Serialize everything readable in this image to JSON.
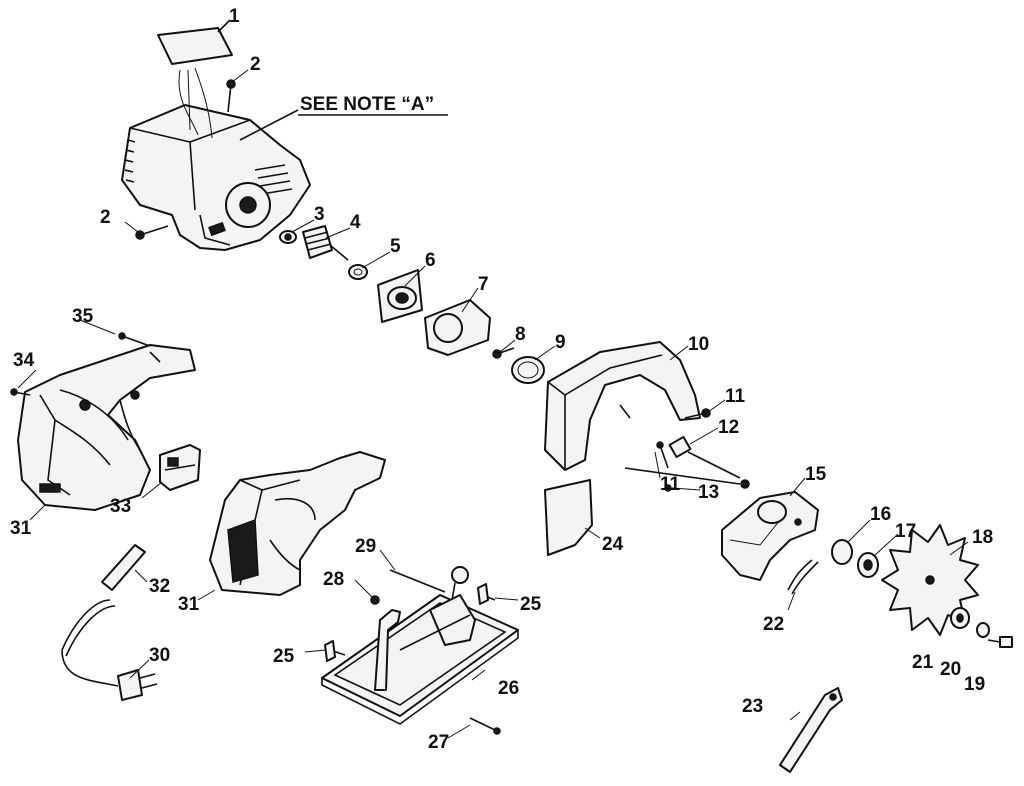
{
  "note": "SEE NOTE “A”",
  "labels": [
    "1",
    "2",
    "2",
    "3",
    "4",
    "5",
    "6",
    "7",
    "8",
    "9",
    "10",
    "11",
    "11",
    "12",
    "13",
    "15",
    "16",
    "17",
    "18",
    "19",
    "20",
    "21",
    "22",
    "23",
    "24",
    "25",
    "25",
    "26",
    "27",
    "28",
    "29",
    "30",
    "31",
    "31",
    "32",
    "33",
    "34",
    "35"
  ]
}
